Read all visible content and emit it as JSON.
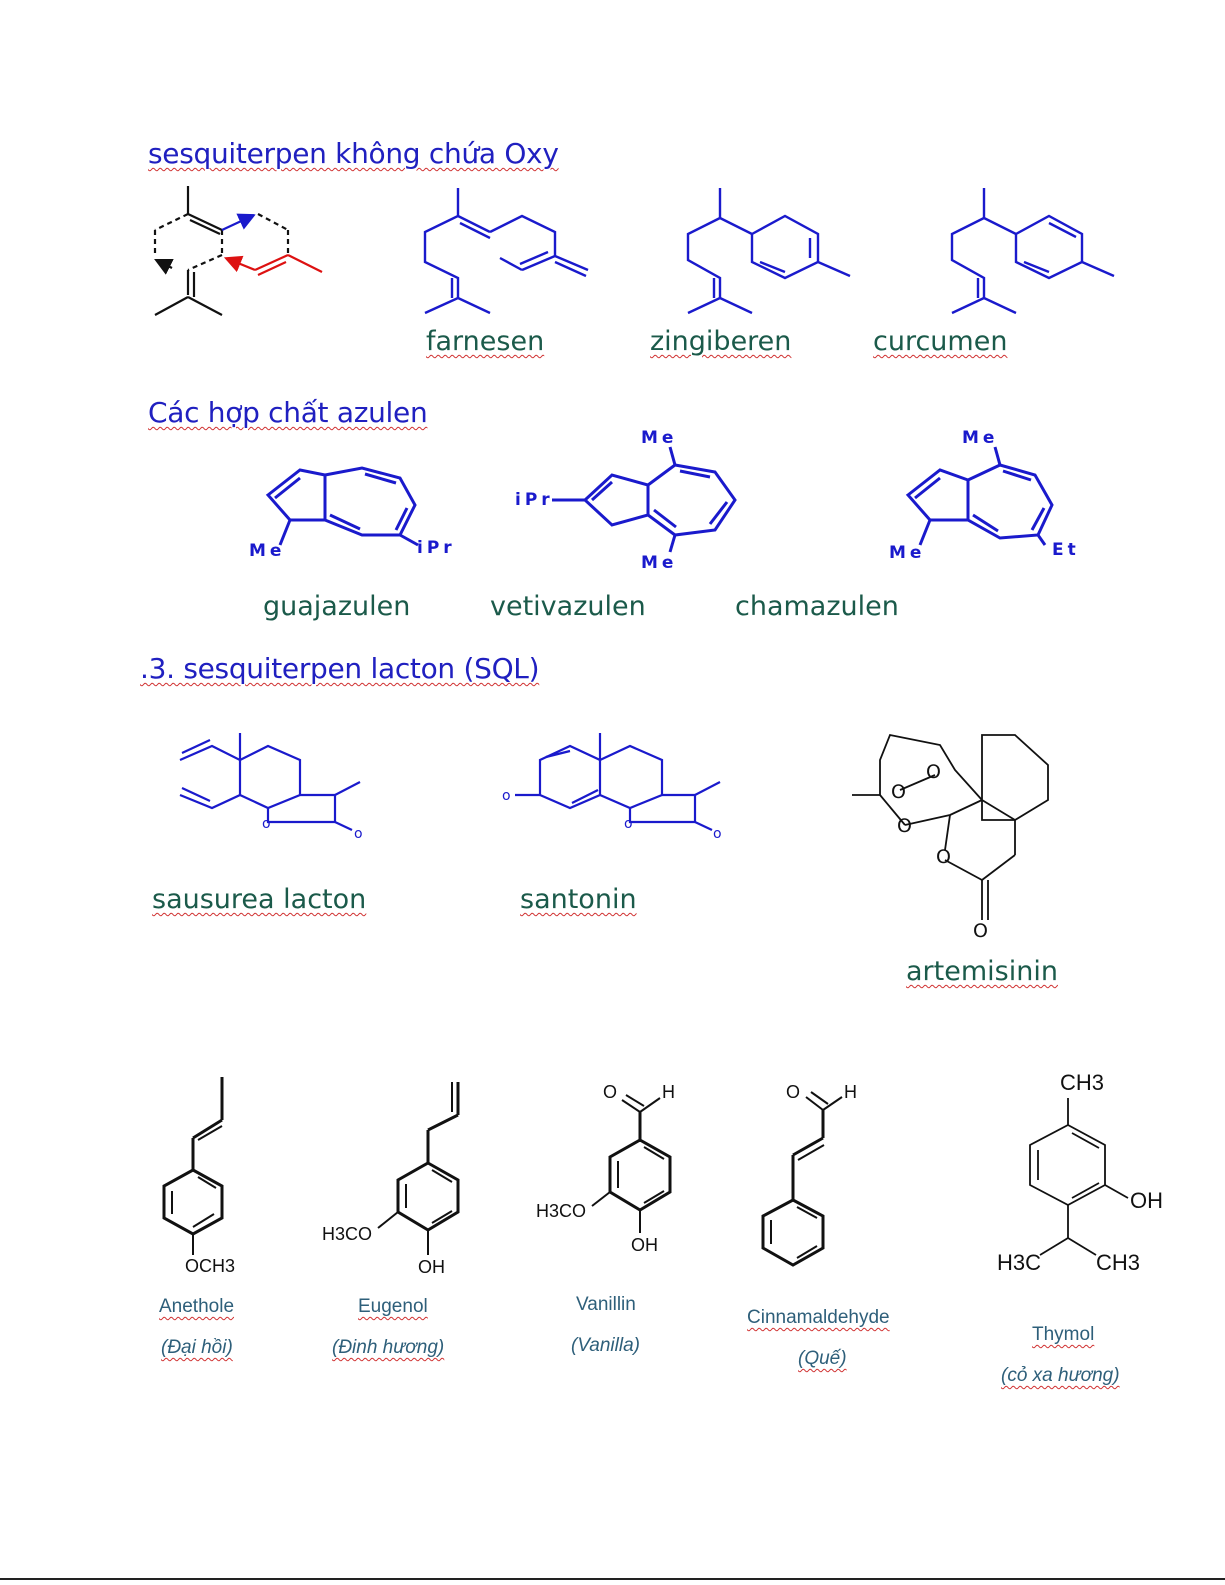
{
  "headings": {
    "h1": "sesquiterpen không chứa Oxy",
    "h2": "Các hợp chất azulen",
    "h3": ".3. sesquiterpen lacton (SQL)"
  },
  "compound_names": {
    "farnesen": "farnesen",
    "zingiberen": "zingiberen",
    "curcumen": "curcumen",
    "guajazulen": "guajazulen",
    "vetivazulen": "vetivazulen",
    "chamazulen": "chamazulen",
    "sausurea": "sausurea lacton",
    "santonin": "santonin",
    "artemisinin": "artemisinin"
  },
  "phenylpropanoids": [
    {
      "name": "Anethole",
      "note": "(Đại hồi)"
    },
    {
      "name": "Eugenol",
      "note": "(Đinh hương)"
    },
    {
      "name": "Vanillin",
      "note": "(Vanilla)"
    },
    {
      "name": "Cinnamaldehyde",
      "note": "(Quế)"
    },
    {
      "name": "Thymol",
      "note": "(cỏ xa hương)"
    }
  ],
  "atom_labels": {
    "me": "Me",
    "ipr": "iPr",
    "et": "Et",
    "o": "O",
    "o_lower": "o",
    "och3": "OCH3",
    "h3co": "H3CO",
    "oh": "OH",
    "h": "H",
    "ch3": "CH3",
    "h3c": "H3C"
  },
  "colors": {
    "heading": "#2020c0",
    "name": "#1b5a4a",
    "structure_blue": "#1a1acc",
    "structure_red": "#dd1111",
    "caption": "#2e5f7a",
    "spellcheck": "#d03030"
  }
}
